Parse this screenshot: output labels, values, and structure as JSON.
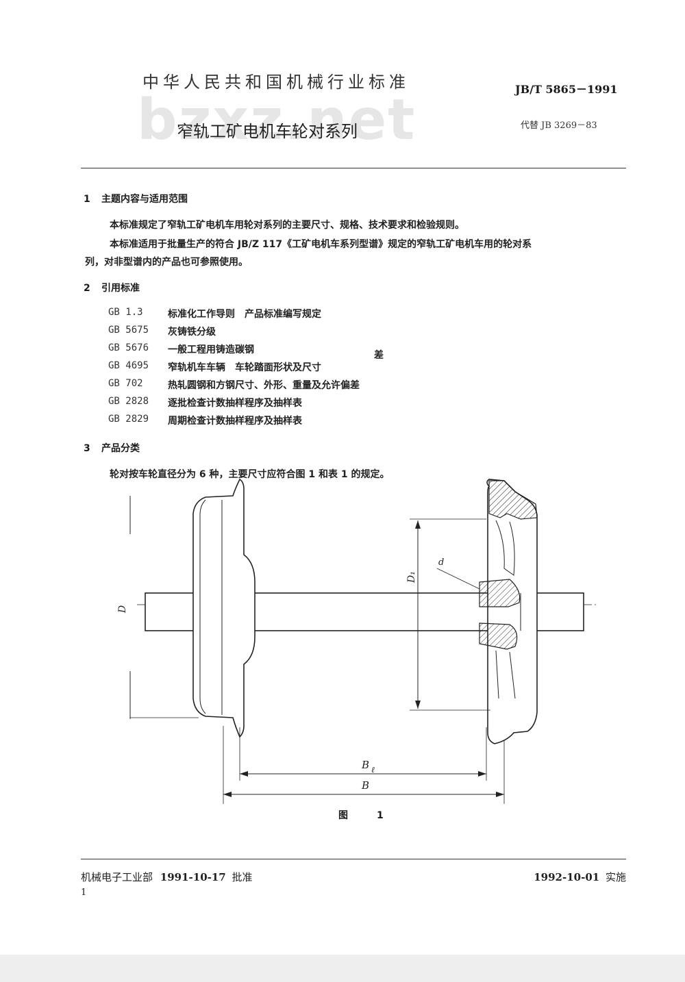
{
  "header": {
    "org": "中华人民共和国机械行业标准",
    "code": "JB/T 5865－1991",
    "watermark": "bzxz.net",
    "title": "窄轨工矿电机车轮对系列",
    "replaces": "代替 JB 3269－83"
  },
  "sections": [
    {
      "number": "1",
      "title": "主题内容与适用范围",
      "paragraphs": [
        "本标准规定了窄轨工矿电机车用轮对系列的主要尺寸、规格、技术要求和检验规则。",
        "本标准适用于批量生产的符合 JB/Z 117《工矿电机车系列型谱》规定的窄轨工矿电机车用的轮对系",
        "列，对非型谱内的产品也可参照使用。"
      ]
    },
    {
      "number": "2",
      "title": "引用标准",
      "references": [
        {
          "code": "GB 1.3",
          "title": "标准化工作导则　产品标准编写规定"
        },
        {
          "code": "GB 5675",
          "title": "灰铸铁分级"
        },
        {
          "code": "GB 5676",
          "title": "一般工程用铸造碳钢"
        },
        {
          "code": "GB 4695",
          "title": "窄轨机车车辆　车轮踏面形状及尺寸"
        },
        {
          "code": "GB 702",
          "title": "热轧圆钢和方钢尺寸、外形、重量及允许偏差"
        },
        {
          "code": "GB 2828",
          "title": "逐批检查计数抽样程序及抽样表"
        },
        {
          "code": "GB 2829",
          "title": "周期检查计数抽样程序及抽样表"
        }
      ],
      "stray_char": "差"
    },
    {
      "number": "3",
      "title": "产品分类",
      "paragraphs": [
        "轮对按车轮直径分为 6 种，主要尺寸应符合图 1 和表 1 的规定。"
      ]
    }
  ],
  "figure": {
    "labels": {
      "D": "D",
      "D1": "D₁",
      "d": "d",
      "B1": "B",
      "B1_sub": "ℓ",
      "B": "B"
    },
    "caption": "图　1"
  },
  "footer": {
    "issuer": "机械电子工业部",
    "approve_date": "1991-10-17",
    "approve_label": "批准",
    "effective_date": "1992-10-01",
    "effective_label": "实施",
    "page": "1"
  }
}
